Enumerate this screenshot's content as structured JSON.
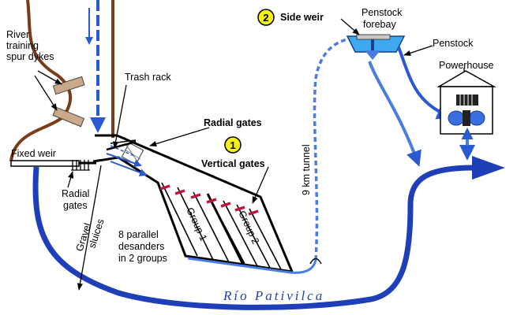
{
  "labels": {
    "side_weir_number": "2",
    "side_weir": "Side weir",
    "penstock_forebay_1": "Penstock",
    "penstock_forebay_2": "forebay",
    "penstock": "Penstock",
    "powerhouse": "Powerhouse",
    "spur_dykes_1": "River",
    "spur_dykes_2": "training",
    "spur_dykes_3": "spur dykes",
    "trash_rack": "Trash rack",
    "radial_gates_top": "Radial gates",
    "vertical_gates_number": "1",
    "vertical_gates": "Vertical gates",
    "tunnel": "9 km tunnel",
    "fixed_weir": "Fixed weir",
    "radial_gates_low_1": "Radial",
    "radial_gates_low_2": "gates",
    "gravel_sluices_1": "Gravel",
    "gravel_sluices_2": "sluices",
    "group1": "Group 1",
    "group2": "Group 2",
    "desanders_1": "8 parallel",
    "desanders_2": "desanders",
    "desanders_3": "in 2 groups",
    "river_name": "Río  Pativilca"
  },
  "colors": {
    "river": "#1f3fb8",
    "water_light": "#4a7de0",
    "bank": "#7a3b18",
    "dyke": "#c9a98a",
    "gate_red": "#c0143c",
    "badge": "#f5ef1a",
    "forebay": "#3ea8f0"
  }
}
